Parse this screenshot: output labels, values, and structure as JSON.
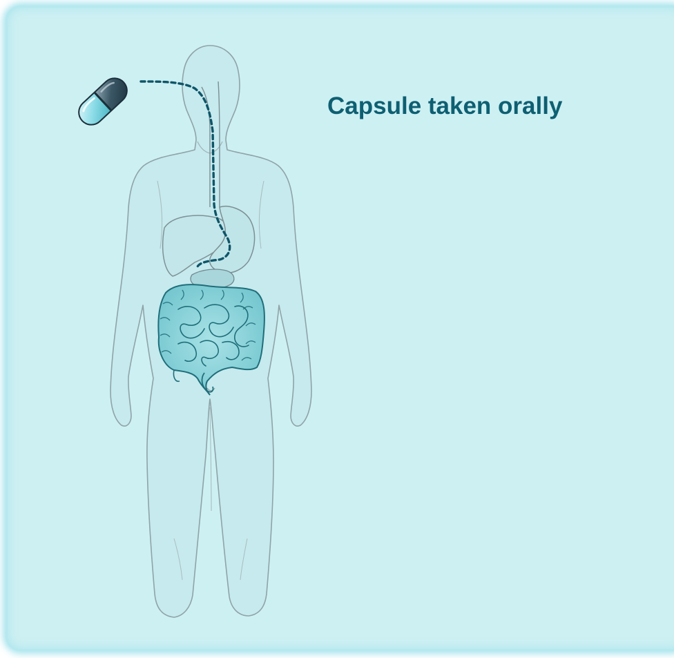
{
  "caption": "Capsule taken orally",
  "colors": {
    "background": "#cdf0f3",
    "panel_glow": "#7fd6e4",
    "caption": "#0e5f72",
    "body_outline": "#8fa3a8",
    "path_line": "#0f5568",
    "intestine_fill": "#8ed3d9",
    "intestine_outline": "#1f6e7a",
    "capsule_dark": "#27404d",
    "capsule_light": "#7fd3df"
  },
  "icons": {
    "capsule": "capsule-icon",
    "body": "human-body-illustration",
    "digestive_tract": "digestive-tract-illustration"
  }
}
